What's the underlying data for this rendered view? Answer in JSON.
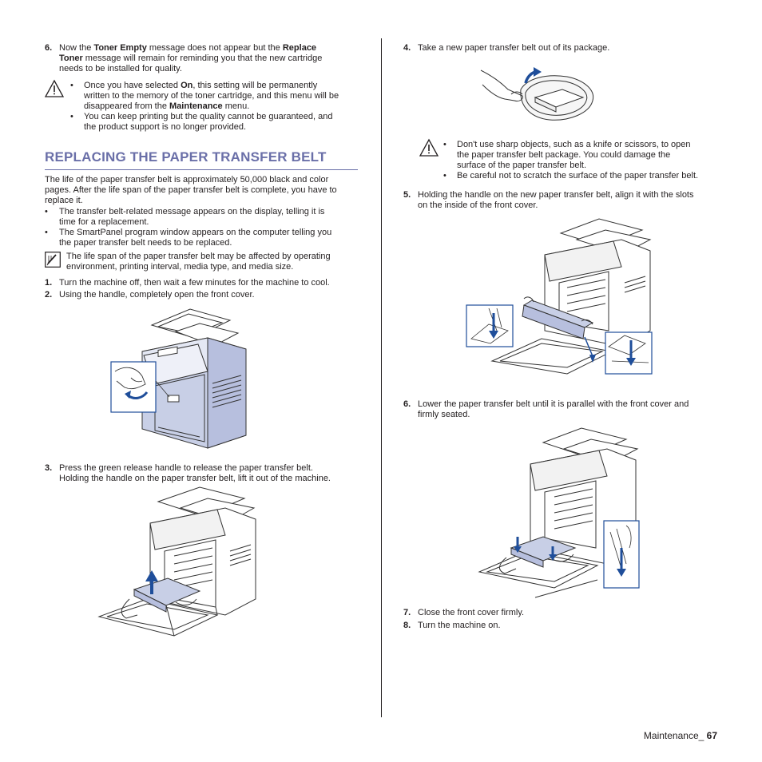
{
  "left": {
    "step6": {
      "number": "6.",
      "t1": "Now the ",
      "b1": "Toner Empty",
      "t2": "  message does not appear but the ",
      "b2": "Replace",
      "b3": "Toner",
      "t3": " message will remain for reminding you that the new cartridge",
      "t4": "needs to be installed for quality."
    },
    "caution1": {
      "b1_t1": "Once you have selected ",
      "b1_b": "On",
      "b1_t2": ", this setting will be permanently",
      "b1_l2": "written to the memory of the toner cartridge, and this menu will be",
      "b1_l3a": "disappeared from the ",
      "b1_l3b": "Maintenance",
      "b1_l3c": " menu.",
      "b2_l1": "You can keep printing but the quality cannot be guaranteed, and",
      "b2_l2": "the product support is no longer provided."
    },
    "heading": "REPLACING THE PAPER TRANSFER BELT",
    "intro": {
      "l1": "The life of the paper transfer belt is approximately 50,000 black and color",
      "l2": "pages. After the life span of the paper transfer belt is complete, you have to",
      "l3": "replace it."
    },
    "bullets": [
      {
        "l1": "The transfer belt-related message appears on the display, telling it is",
        "l2": "time for a replacement."
      },
      {
        "l1": "The SmartPanel program window appears on the computer telling you",
        "l2": "the paper transfer belt needs to be replaced."
      }
    ],
    "note": {
      "l1": "The life span of the paper transfer belt may be affected by operating",
      "l2": "environment, printing interval, media type, and media size."
    },
    "step1": {
      "number": "1.",
      "text": "Turn the machine off, then wait a few minutes for the machine to cool."
    },
    "step2": {
      "number": "2.",
      "text": "Using the handle, completely open the front cover."
    },
    "step3": {
      "number": "3.",
      "l1": "Press the green release handle to release the paper transfer belt.",
      "l2": "Holding the handle on the paper transfer belt, lift it out of the machine."
    }
  },
  "right": {
    "step4": {
      "number": "4.",
      "text": "Take a new paper transfer belt out of its package."
    },
    "caution2": {
      "b1_l1": "Don't use sharp objects, such as a knife or scissors, to open",
      "b1_l2": "the paper transfer belt package. You could damage the",
      "b1_l3": "surface of the paper transfer belt.",
      "b2_l1": "Be careful not to scratch the surface of the paper transfer belt."
    },
    "step5": {
      "number": "5.",
      "l1": "Holding the handle on the new paper transfer belt, align it with the slots",
      "l2": "on the inside of the front cover."
    },
    "step6": {
      "number": "6.",
      "l1": "Lower the paper transfer belt until it is parallel with the front cover and",
      "l2": "firmly seated."
    },
    "step7": {
      "number": "7.",
      "text": "Close the front cover firmly."
    },
    "step8": {
      "number": "8.",
      "text": "Turn the machine on."
    }
  },
  "footer": {
    "section": "Maintenance_ ",
    "page": "67"
  },
  "bullet_char": "•",
  "colors": {
    "heading": "#6a6fa8",
    "arrow": "#1f4e9a",
    "printer_fill": "#c8cfe6"
  }
}
